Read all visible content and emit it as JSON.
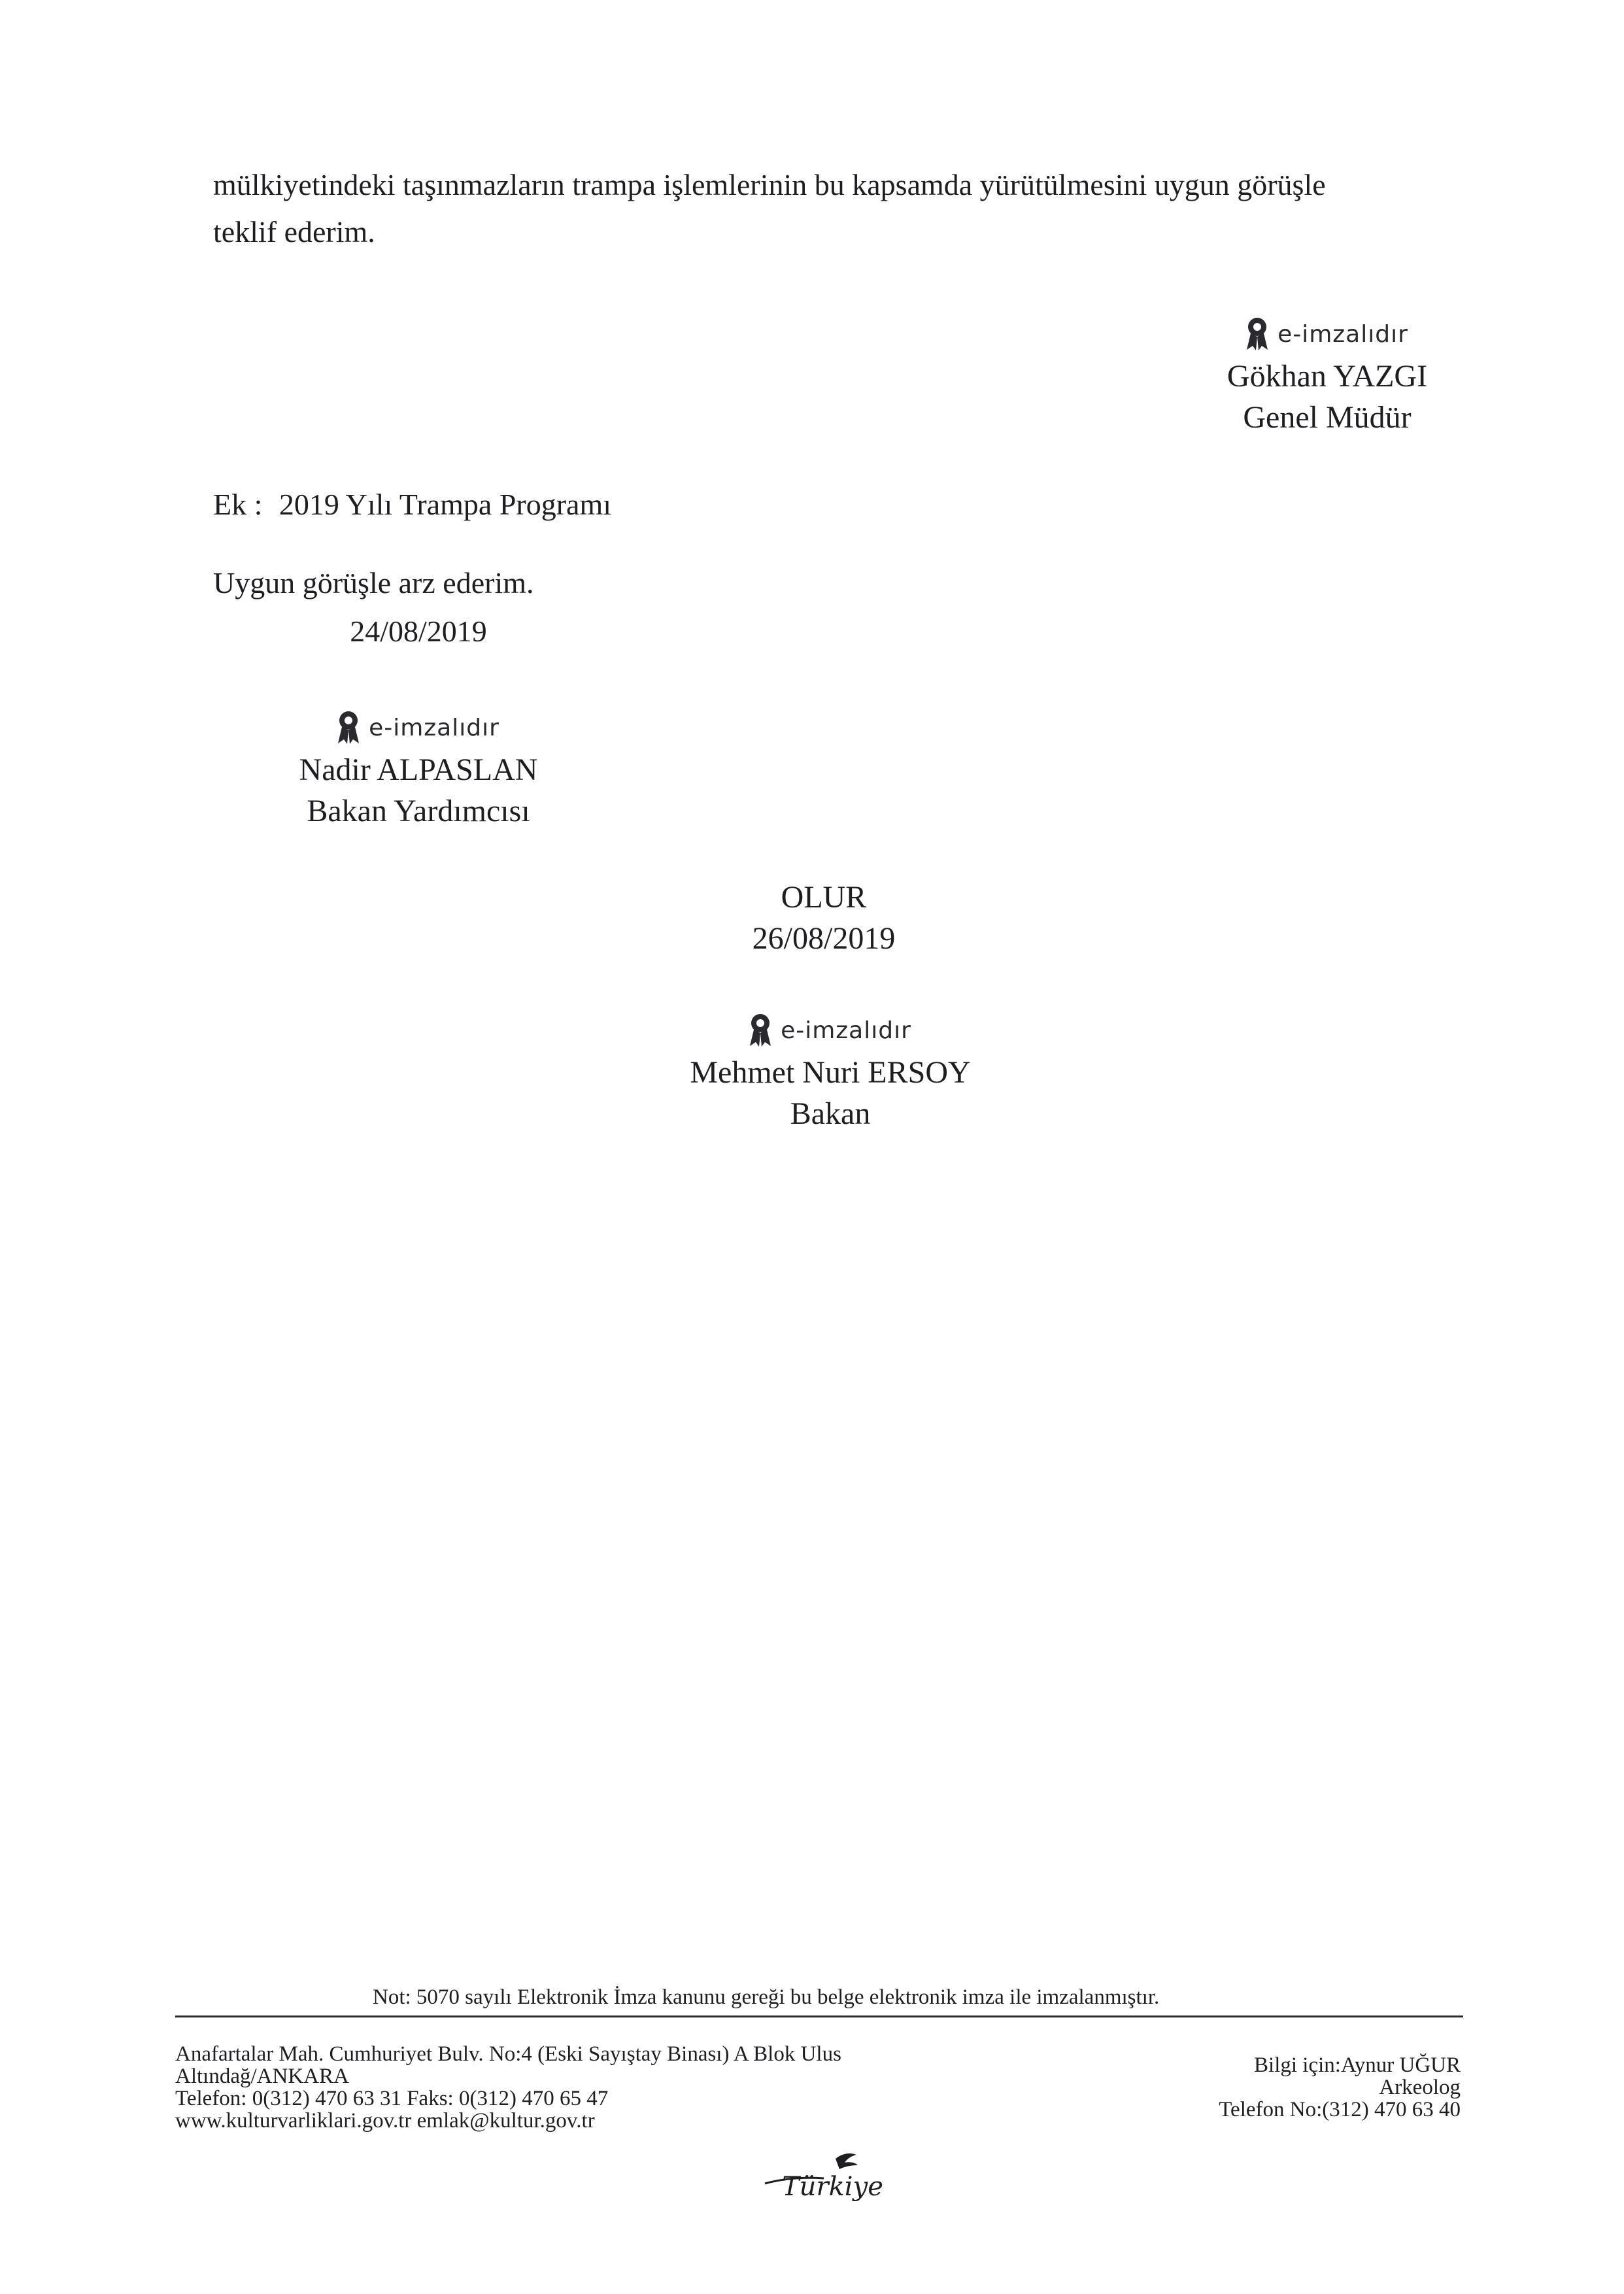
{
  "body": {
    "paragraph_line1": "mülkiyetindeki taşınmazların trampa işlemlerinin bu kapsamda yürütülmesini uygun görüşle",
    "paragraph_line2": "teklif ederim."
  },
  "signatures": {
    "esign_label": "e-imzalıdır",
    "general_director": {
      "name": "Gökhan YAZGI",
      "title": "Genel Müdür"
    },
    "deputy_minister": {
      "name": "Nadir ALPASLAN",
      "title": "Bakan Yardımcısı"
    },
    "minister": {
      "name": "Mehmet Nuri ERSOY",
      "title": "Bakan"
    }
  },
  "attachment": {
    "label": "Ek :",
    "value": "2019 Yılı Trampa Programı"
  },
  "approval_request": {
    "text": "Uygun görüşle arz ederim.",
    "date": "24/08/2019"
  },
  "approval": {
    "text": "OLUR",
    "date": "26/08/2019"
  },
  "footer": {
    "note": "Not: 5070 sayılı Elektronik İmza kanunu gereği bu belge elektronik imza ile imzalanmıştır.",
    "address_line1": "Anafartalar Mah. Cumhuriyet Bulv. No:4 (Eski Sayıştay Binası) A Blok Ulus",
    "address_line2": "Altındağ/ANKARA",
    "phone_fax": "Telefon: 0(312) 470 63 31 Faks: 0(312) 470 65 47",
    "web_email": "www.kulturvarliklari.gov.tr emlak@kultur.gov.tr",
    "contact_info": "Bilgi için:Aynur UĞUR",
    "contact_role": "Arkeolog",
    "contact_phone": "Telefon No:(312) 470 63 40",
    "logo_text": "Türkiye"
  }
}
